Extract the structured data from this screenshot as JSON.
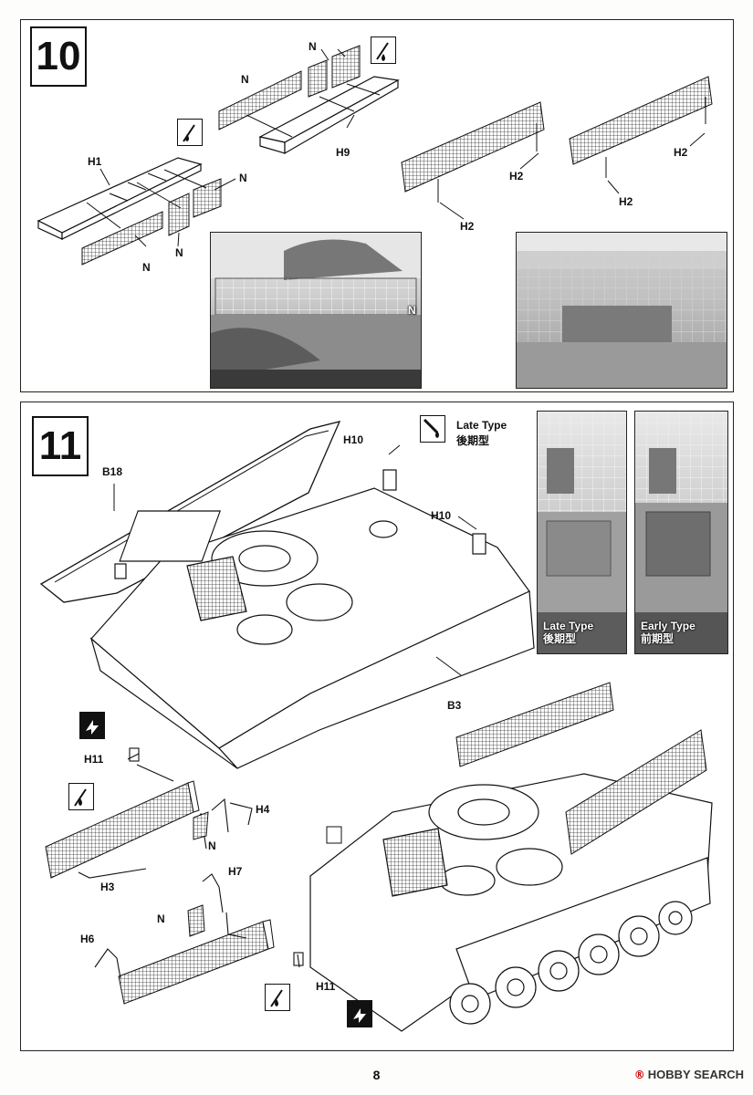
{
  "steps": {
    "step10": {
      "number": "10",
      "labels": {
        "n_top": "N",
        "n_left": "N",
        "h9": "H9",
        "h1": "H1",
        "n_mid": "N",
        "n_bottom": "N",
        "n_bottom2": "N",
        "h2_a": "H2",
        "h2_b": "H2",
        "h2_c": "H2",
        "h2_d": "H2"
      },
      "photo_marker": "N"
    },
    "step11": {
      "number": "11",
      "labels": {
        "b18": "B18",
        "b3": "B3",
        "h10_a": "H10",
        "h10_b": "H10",
        "h11_a": "H11",
        "h11_b": "H11",
        "h4": "H4",
        "h3": "H3",
        "h7": "H7",
        "h6": "H6",
        "n_a": "N",
        "n_b": "N"
      },
      "late_type_en": "Late Type",
      "late_type_cn": "後期型",
      "photo_late_en": "Late Type",
      "photo_late_cn": "後期型",
      "photo_early_en": "Early Type",
      "photo_early_cn": "前期型"
    }
  },
  "footer": {
    "page_number": "8",
    "watermark_logo": "®",
    "watermark_text": "HOBBY SEARCH"
  },
  "icons": [
    "glue-icon",
    "cut-icon",
    "flip-icon"
  ]
}
